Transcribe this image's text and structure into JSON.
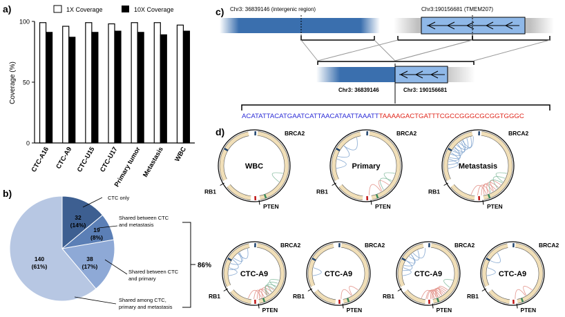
{
  "panel_labels": {
    "a": "a)",
    "b": "b)",
    "c": "c)",
    "d": "d)"
  },
  "chart_data": [
    {
      "type": "bar",
      "categories": [
        "CTC-A16",
        "CTC-A9",
        "CTC-U15",
        "CTC-U17",
        "Primary tumor",
        "Metastasis",
        "WBC"
      ],
      "series": [
        {
          "name": "1X Coverage",
          "color": "#ffffff",
          "values": [
            99,
            96,
            99,
            98,
            99,
            99,
            97
          ]
        },
        {
          "name": "10X Coverage",
          "color": "#000000",
          "values": [
            91,
            87,
            91,
            92,
            91,
            89,
            92
          ]
        }
      ],
      "ylabel": "Coverage (%)",
      "ylim": [
        0,
        100
      ],
      "yticks": [
        0,
        50,
        100
      ],
      "legend": "top"
    },
    {
      "type": "pie",
      "slices": [
        {
          "label": "32\n(14%)",
          "value": 32,
          "color": "#3d5f91",
          "annotation": "CTC only"
        },
        {
          "label": "19\n(8%)",
          "value": 19,
          "color": "#5b7fb6",
          "annotation": "Shared between CTC\nand metastasis"
        },
        {
          "label": "38\n(17%)",
          "value": 38,
          "color": "#8ea9d6",
          "annotation": "Shared between CTC\nand primary"
        },
        {
          "label": "140\n(61%)",
          "value": 140,
          "color": "#b7c7e3",
          "annotation": "Shared among CTC,\nprimary and metastasis"
        }
      ],
      "bracket_label": "86%"
    }
  ],
  "panel_c": {
    "left_region": "Chr3: 36839146  (intergenic region)",
    "right_region": "Chr3:190156681  (TMEM207)",
    "left_junction": "Chr3: 36839146",
    "right_junction": "Chr3: 190156681",
    "seq_left": "ACATATTACATGAATCATTAACATAATTAAATT",
    "seq_right": "TAAAAGACTGATTTCGCCGGGCGCGGTGGGC"
  },
  "panel_d": {
    "circos": [
      {
        "center": "WBC",
        "left": "RB1",
        "top": "BRCA2",
        "bottom": "PTEN"
      },
      {
        "center": "Primary",
        "left": "RB1",
        "top": "BRCA2",
        "bottom": "PTEN"
      },
      {
        "center": "Metastasis",
        "left": "RB1",
        "top": "BRCA2",
        "bottom": "PTEN"
      },
      {
        "center": "CTC-A9",
        "left": "RB1",
        "top": "BRCA2",
        "bottom": "PTEN"
      },
      {
        "center": "CTC-A9",
        "left": "RB1",
        "top": "BRCA2",
        "bottom": "PTEN"
      },
      {
        "center": "CTC-A9",
        "left": "RB1",
        "top": "BRCA2",
        "bottom": "PTEN"
      },
      {
        "center": "CTC-A9",
        "left": "RB1",
        "top": "BRCA2",
        "bottom": "PTEN"
      }
    ]
  },
  "colors": {
    "blue_dark": "#3a6fae",
    "blue_light": "#8fb8e8",
    "seq_blue": "#2b2bd6",
    "seq_red": "#e0261b"
  }
}
